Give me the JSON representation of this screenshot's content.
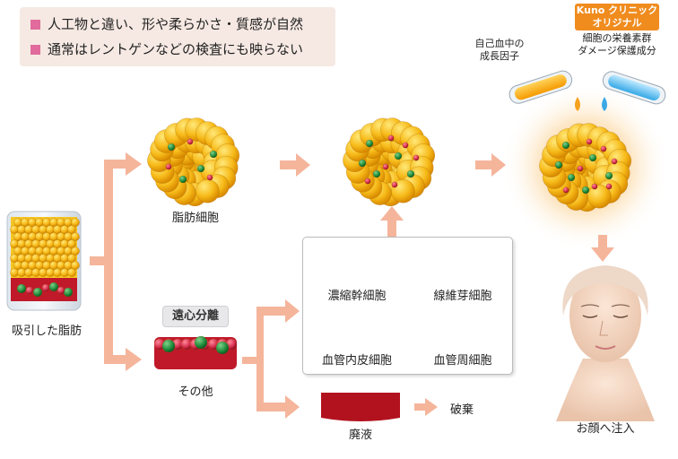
{
  "notes": [
    "人工物と違い、形や柔らかさ・質感が自然",
    "通常はレントゲンなどの検査にも映らない"
  ],
  "labels": {
    "aspirated_fat": "吸引した脂肪",
    "fat_cells": "脂肪細胞",
    "centrifuge": "遠心分離",
    "other": "その他",
    "waste_liquid": "廃液",
    "discard": "破棄",
    "inject_face": "お顔へ注入"
  },
  "panel": {
    "concentrated_stem": "濃縮幹細胞",
    "fibroblast": "線維芽細胞",
    "endothelial": "血管内皮細胞",
    "pericyte": "血管周細胞"
  },
  "growth_factor": {
    "line1": "自己血中の",
    "line2": "成長因子"
  },
  "badge": {
    "line1": "Kuno クリニック",
    "line2": "オリジナル"
  },
  "nutrient": {
    "line1": "細胞の栄養素群",
    "line2": "ダメージ保護成分"
  },
  "colors": {
    "arrow": "#f5b59b",
    "fat": "#f5b316",
    "blood": "#c0192a",
    "green_cell": "#1e8a3a",
    "badge": "#f08c1e"
  }
}
